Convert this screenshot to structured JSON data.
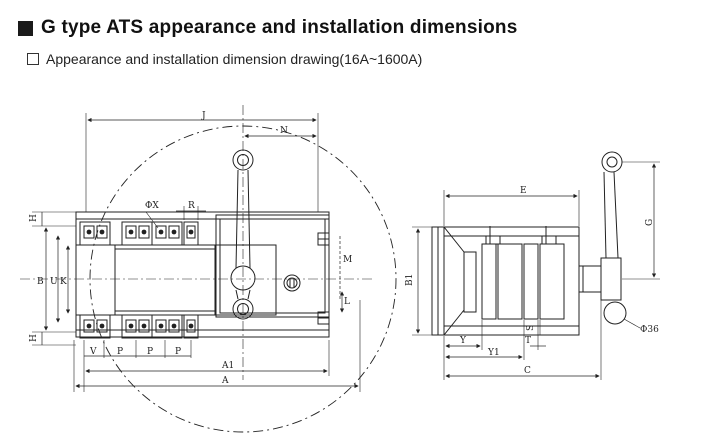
{
  "header": {
    "title": "G type ATS appearance and installation dimensions",
    "subtitle": "Appearance and installation dimension drawing(16A~1600A)"
  },
  "front_view": {
    "labels": {
      "J": "J",
      "N": "N",
      "R": "R",
      "phi": "ΦX",
      "H_top": "H",
      "H_bottom": "H",
      "B": "B",
      "U": "U",
      "K": "K",
      "M": "M",
      "L": "L",
      "V": "V",
      "P1": "P",
      "P2": "P",
      "P3": "P",
      "A1": "A1",
      "A": "A"
    }
  },
  "side_view": {
    "labels": {
      "E": "E",
      "G": "G",
      "B1": "B1",
      "Y": "Y",
      "Y1": "Y1",
      "T": "T",
      "S": "S",
      "C": "C",
      "phi36": "Φ36"
    }
  }
}
